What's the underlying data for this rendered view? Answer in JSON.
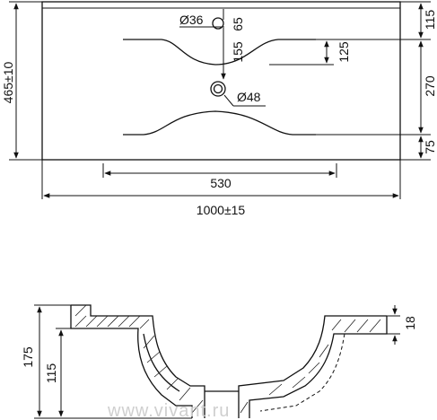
{
  "top_view": {
    "dim_height_total": "465±10",
    "dim_width_total": "1000±15",
    "dim_bowl_width": "530",
    "dim_tap_hole": "Ø36",
    "dim_drain_hole": "Ø48",
    "dim_tap_offset": "65",
    "dim_drain_offset": "155",
    "dim_bowl_inner": "125",
    "dim_right_top": "115",
    "dim_right_mid": "270",
    "dim_right_bottom": "75"
  },
  "section_view": {
    "dim_total_height": "175",
    "dim_inner_height": "115",
    "dim_rim_thickness": "18"
  },
  "watermark": "www.vivant.ru"
}
